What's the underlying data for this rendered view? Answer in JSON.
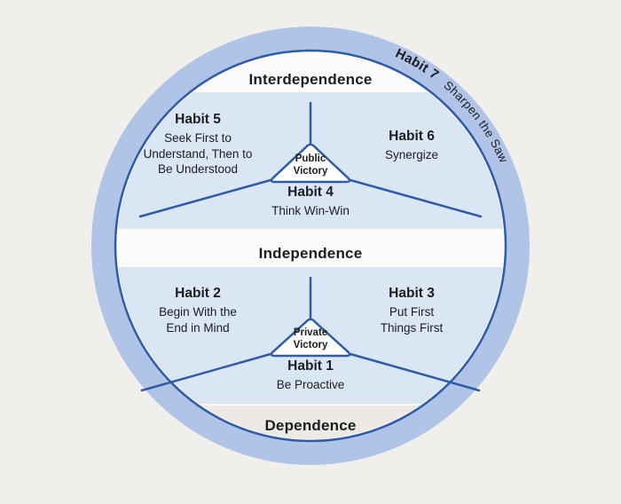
{
  "levels": {
    "top": "Interdependence",
    "middle": "Independence",
    "bottom": "Dependence"
  },
  "outer_ring": {
    "habit_title": "Habit 7",
    "habit_name": "Sharpen the Saw"
  },
  "upper_section": {
    "victory": "Public\nVictory",
    "habit5": {
      "title": "Habit 5",
      "desc": "Seek First to\nUnderstand, Then to\nBe Understood"
    },
    "habit6": {
      "title": "Habit 6",
      "desc": "Synergize"
    },
    "habit4": {
      "title": "Habit 4",
      "desc": "Think Win-Win"
    }
  },
  "lower_section": {
    "victory": "Private\nVictory",
    "habit2": {
      "title": "Habit 2",
      "desc": "Begin With the\nEnd in Mind"
    },
    "habit3": {
      "title": "Habit 3",
      "desc": "Put First\nThings First"
    },
    "habit1": {
      "title": "Habit 1",
      "desc": "Be Proactive"
    }
  },
  "colors": {
    "background": "#f0efec",
    "ring": "#b0c4e8",
    "line": "#2e5ca6",
    "band": "#dbe6f5",
    "inner": "#fcfbf9",
    "bottom_band": "#edeae6",
    "text": "#1d1d1f"
  }
}
